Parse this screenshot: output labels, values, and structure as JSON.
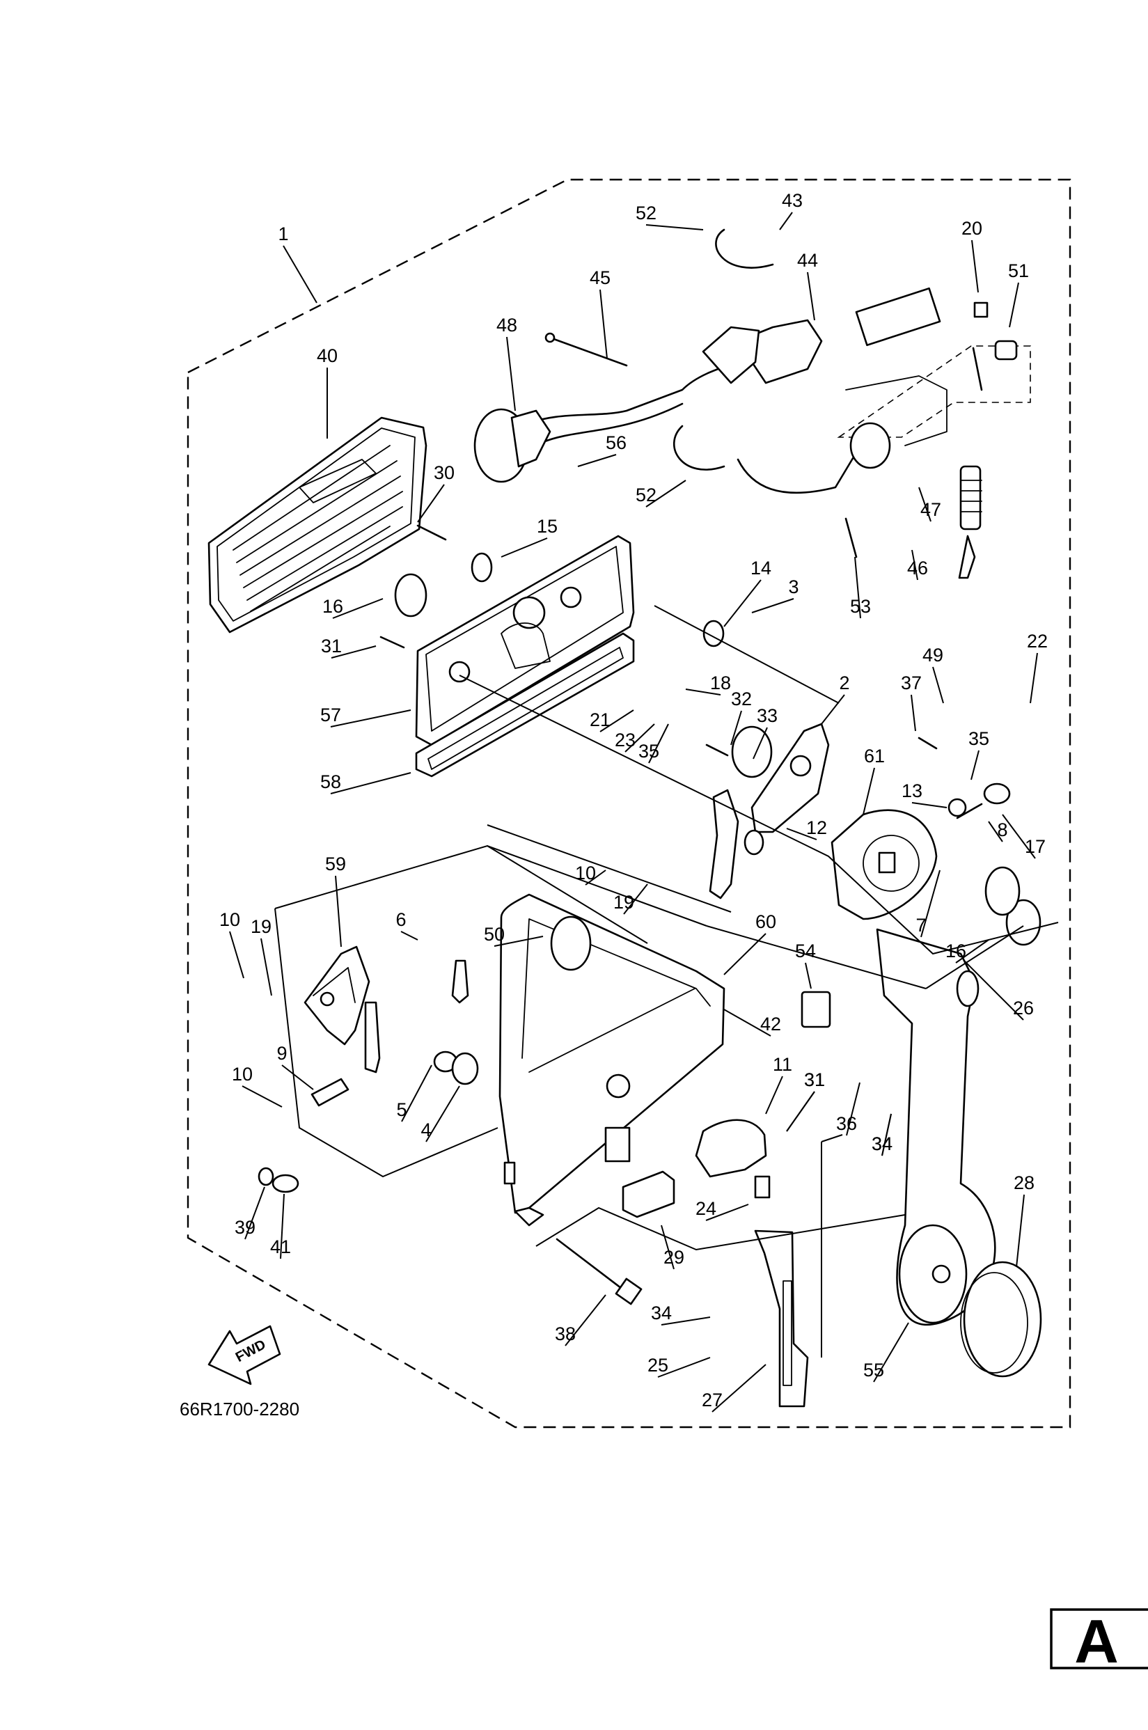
{
  "diagram": {
    "part_number": "66R1700-2280",
    "section_letter": "A",
    "direction_label": "FWD",
    "callouts": [
      "1",
      "2",
      "3",
      "4",
      "5",
      "6",
      "7",
      "8",
      "9",
      "10",
      "10",
      "10",
      "11",
      "12",
      "13",
      "14",
      "15",
      "16",
      "16",
      "17",
      "18",
      "19",
      "19",
      "20",
      "21",
      "22",
      "23",
      "24",
      "25",
      "26",
      "27",
      "28",
      "29",
      "30",
      "31",
      "31",
      "31",
      "32",
      "33",
      "34",
      "34",
      "34",
      "35",
      "35",
      "36",
      "37",
      "38",
      "39",
      "40",
      "41",
      "42",
      "43",
      "44",
      "45",
      "46",
      "47",
      "48",
      "49",
      "50",
      "51",
      "52",
      "52",
      "53",
      "54",
      "55",
      "56",
      "57",
      "58",
      "59",
      "60",
      "61"
    ]
  }
}
